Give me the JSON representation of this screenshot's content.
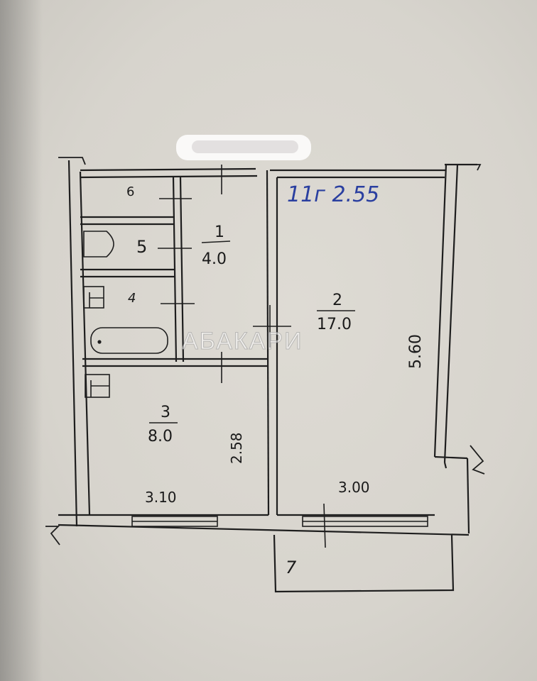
{
  "plan": {
    "handwritten_note": "11г 2.55",
    "watermark": "АБАКАРИ",
    "rooms": [
      {
        "number": "6",
        "area": ""
      },
      {
        "number": "5",
        "area": ""
      },
      {
        "number": "4",
        "area": ""
      },
      {
        "number": "1",
        "area": "4.0"
      },
      {
        "number": "2",
        "area": "17.0"
      },
      {
        "number": "3",
        "area": "8.0"
      },
      {
        "number": "7",
        "area": ""
      }
    ],
    "dimensions": {
      "room2_length": "5.60",
      "room2_width": "3.00",
      "room3_length": "2.58",
      "room3_width": "3.10"
    }
  }
}
